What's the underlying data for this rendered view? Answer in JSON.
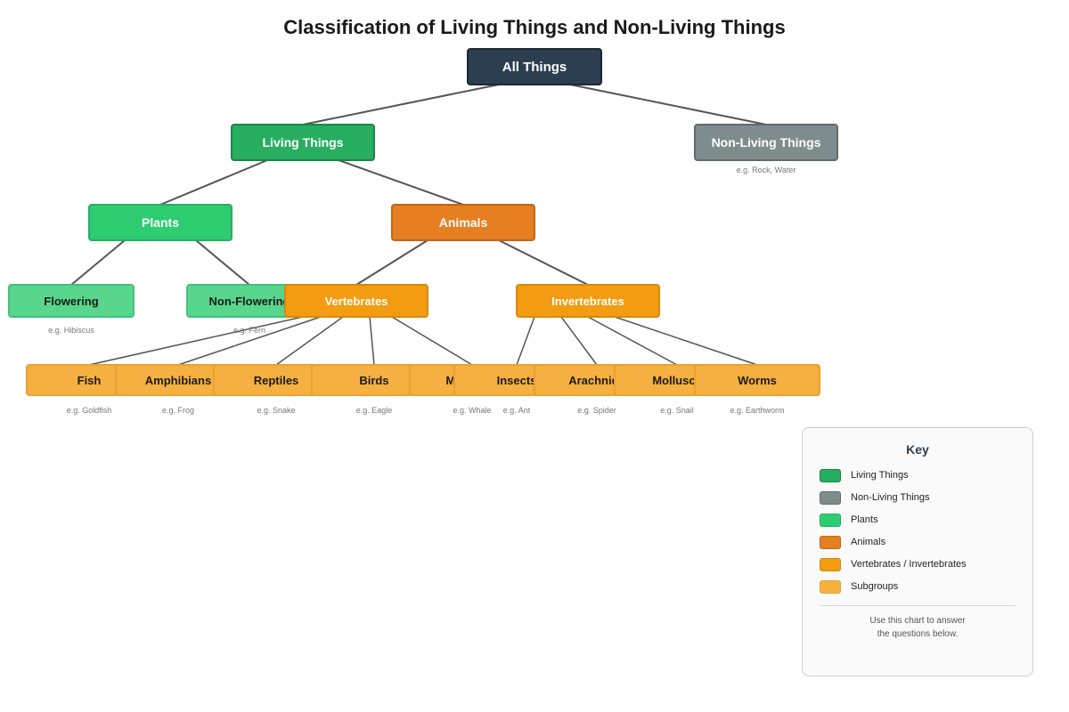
{
  "title": "Classification of Living Things and Non-Living Things",
  "colors": {
    "root": "#2c3e50",
    "living": "#27ae60",
    "non_living": "#7f8c8d",
    "plants": "#2ecc71",
    "plant_sub": "#58d68d",
    "animals": "#e67e22",
    "vert_invert": "#f39c12",
    "subgroups": "#f5b041"
  },
  "nodes": {
    "all_things": {
      "label": "All Things"
    },
    "living": {
      "label": "Living Things"
    },
    "non_living": {
      "label": "Non-Living Things",
      "example": "e.g. Rock, Water"
    },
    "plants": {
      "label": "Plants"
    },
    "animals": {
      "label": "Animals"
    },
    "flowering": {
      "label": "Flowering",
      "example": "e.g. Hibiscus"
    },
    "non_flowering": {
      "label": "Non-Flowering",
      "example": "e.g. Fern"
    },
    "vertebrates": {
      "label": "Vertebrates"
    },
    "invertebrates": {
      "label": "Invertebrates"
    },
    "fish": {
      "label": "Fish",
      "example": "e.g. Goldfish"
    },
    "amphibians": {
      "label": "Amphibians",
      "example": "e.g. Frog"
    },
    "reptiles": {
      "label": "Reptiles",
      "example": "e.g. Snake"
    },
    "birds": {
      "label": "Birds",
      "example": "e.g. Eagle"
    },
    "mammals": {
      "label": "Mammals",
      "example": "e.g. Whale"
    },
    "insects": {
      "label": "Insects",
      "example": "e.g. Ant"
    },
    "arachnids": {
      "label": "Arachnids",
      "example": "e.g. Spider"
    },
    "molluscs": {
      "label": "Molluscs",
      "example": "e.g. Snail"
    },
    "worms": {
      "label": "Worms",
      "example": "e.g. Earthworm"
    }
  },
  "key": {
    "title": "Key",
    "items": [
      {
        "label": "Living Things",
        "color": "#27ae60"
      },
      {
        "label": "Non-Living Things",
        "color": "#7f8c8d"
      },
      {
        "label": "Plants",
        "color": "#2ecc71"
      },
      {
        "label": "Animals",
        "color": "#e67e22"
      },
      {
        "label": "Vertebrates / Invertebrates",
        "color": "#f39c12"
      },
      {
        "label": "Subgroups",
        "color": "#f5b041"
      }
    ],
    "note_line1": "Use this chart to answer",
    "note_line2": "the questions below."
  }
}
